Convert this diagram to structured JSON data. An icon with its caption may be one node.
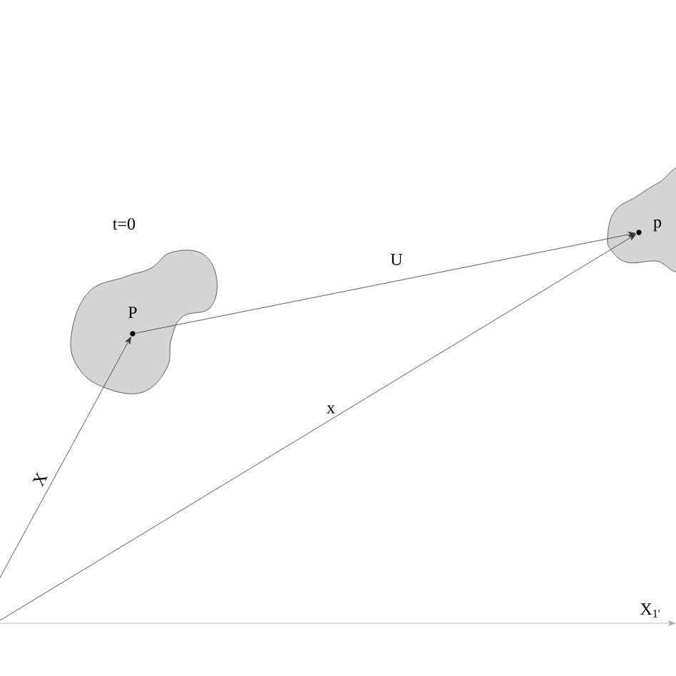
{
  "diagram": {
    "nodes": [
      {
        "text": [
          "P"
        ],
        "beside": [
          "t=0"
        ]
      },
      {
        "text": [
          "p"
        ]
      }
    ],
    "edges": [
      {
        "from": null,
        "to": 0,
        "arrow": "to",
        "label": "X"
      },
      {
        "from": 0,
        "to": 1,
        "arrow": "to",
        "label": "U"
      },
      {
        "from": null,
        "to": 1,
        "arrow": "to",
        "label": "x"
      }
    ],
    "labels": [
      "X$_{1'}$"
    ]
  }
}
